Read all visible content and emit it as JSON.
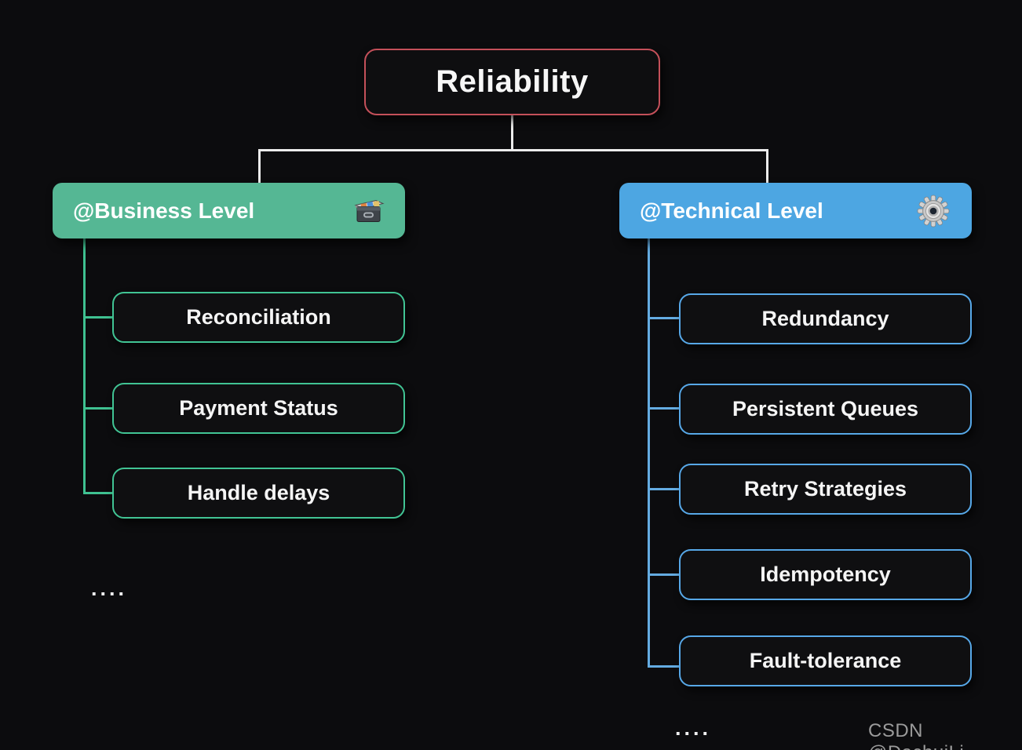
{
  "root": {
    "label": "Reliability",
    "border_color": "#c4505a"
  },
  "branches": [
    {
      "label": "@Business Level",
      "icon": "card-file-box-icon",
      "fill_color": "#55b794",
      "line_color": "#3fc191",
      "children": [
        "Reconciliation",
        "Payment Status",
        "Handle delays"
      ],
      "ellipsis": "...."
    },
    {
      "label": "@Technical Level",
      "icon": "gear-icon",
      "fill_color": "#4da6e2",
      "line_color": "#64ace2",
      "children": [
        "Redundancy",
        "Persistent Queues",
        "Retry Strategies",
        "Idempotency",
        "Fault-tolerance"
      ],
      "ellipsis": "...."
    }
  ],
  "connector_color": "#ececec",
  "background_color": "#0c0c0e",
  "watermark": "CSDN @DachuiLi"
}
